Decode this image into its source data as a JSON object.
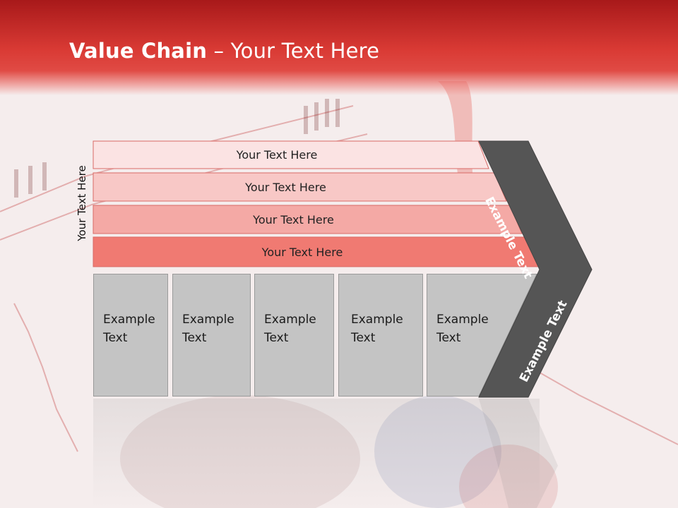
{
  "title": {
    "bold": "Value Chain",
    "rest": " – Your Text Here"
  },
  "side_label": "Your Text Here",
  "bars": [
    {
      "label": "Your Text Here",
      "color": "#fbe3e3"
    },
    {
      "label": "Your Text Here",
      "color": "#f8c8c6"
    },
    {
      "label": "Your Text Here",
      "color": "#f4a9a5"
    },
    {
      "label": "Your Text Here",
      "color": "#f07a72"
    }
  ],
  "columns": [
    {
      "line1": "Example",
      "line2": "Text"
    },
    {
      "line1": "Example",
      "line2": "Text"
    },
    {
      "line1": "Example",
      "line2": "Text"
    },
    {
      "line1": "Example",
      "line2": "Text"
    },
    {
      "line1": "Example",
      "line2": "Text"
    }
  ],
  "chevron": {
    "top_label": "Example Text",
    "bottom_label": "Example Text",
    "color": "#555555"
  },
  "colors": {
    "header_red": "#d93a34",
    "column_gray": "#c4c4c4"
  }
}
